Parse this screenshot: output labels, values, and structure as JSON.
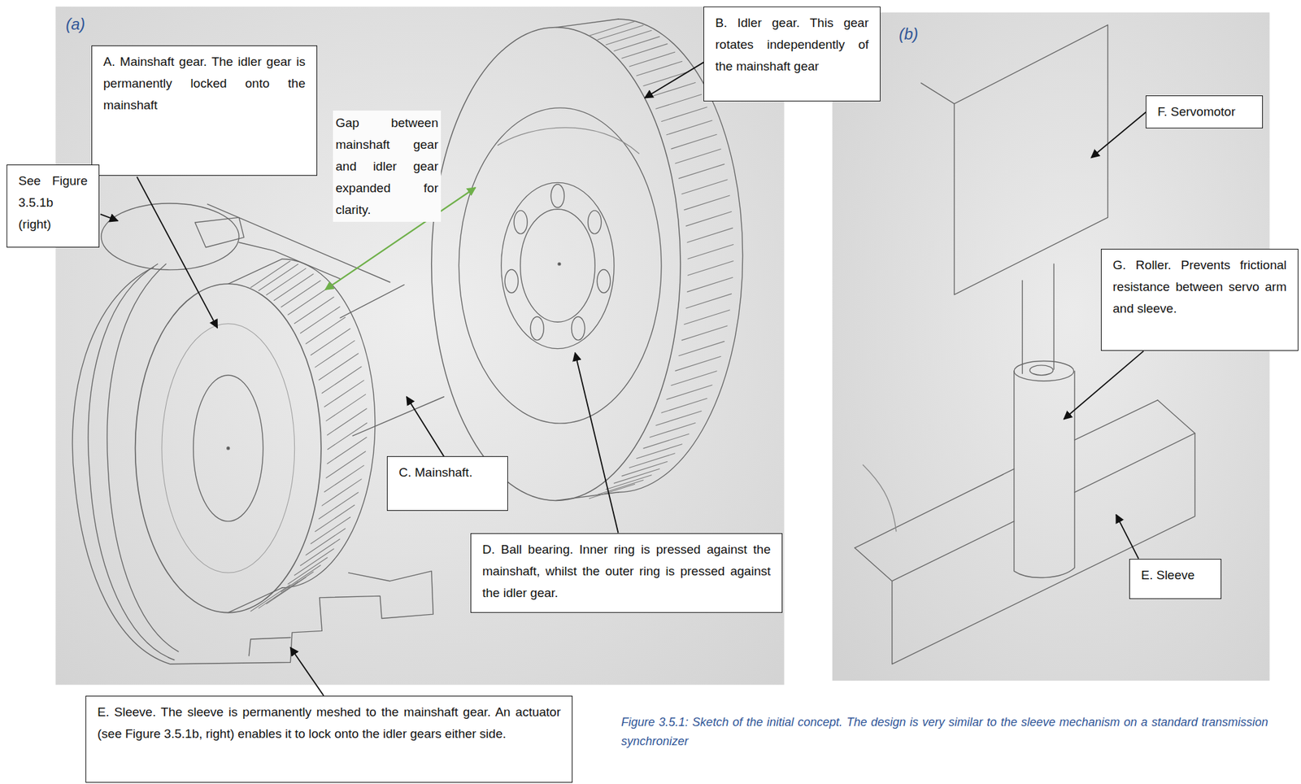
{
  "diagram": {
    "caption": "Figure 3.5.1: Sketch of the initial concept. The design is very similar to the sleeve mechanism on a standard transmission synchronizer",
    "nodes": [
      {
        "text": [
          "A. Mainshaft gear. The idler gear is permanently locked onto the mainshaft"
        ]
      },
      {
        "text": [
          "See Figure 3.5.1b (right)"
        ]
      },
      {
        "text": [
          "B. Idler gear. This gear rotates independently of the mainshaft gear"
        ]
      },
      {
        "text": [
          "C. Mainshaft."
        ]
      },
      {
        "text": [
          "D. Ball bearing. Inner ring is pressed against the mainshaft, whilst the outer ring is pressed against the idler gear."
        ]
      },
      {
        "text": [
          "E. Sleeve. The sleeve is permanently meshed to the mainshaft gear. An actuator (see Figure 3.5.1b, right) enables it to lock onto the idler gears either side."
        ]
      },
      {
        "text": [
          "F. Servomotor"
        ]
      },
      {
        "text": [
          "G. Roller. Prevents frictional resistance between servo arm and sleeve."
        ]
      },
      {
        "text": [
          "E. Sleeve"
        ]
      }
    ],
    "labels": [
      "(a)",
      "(b)",
      "Gap between mainshaft gear and idler gear expanded for clarity."
    ]
  }
}
